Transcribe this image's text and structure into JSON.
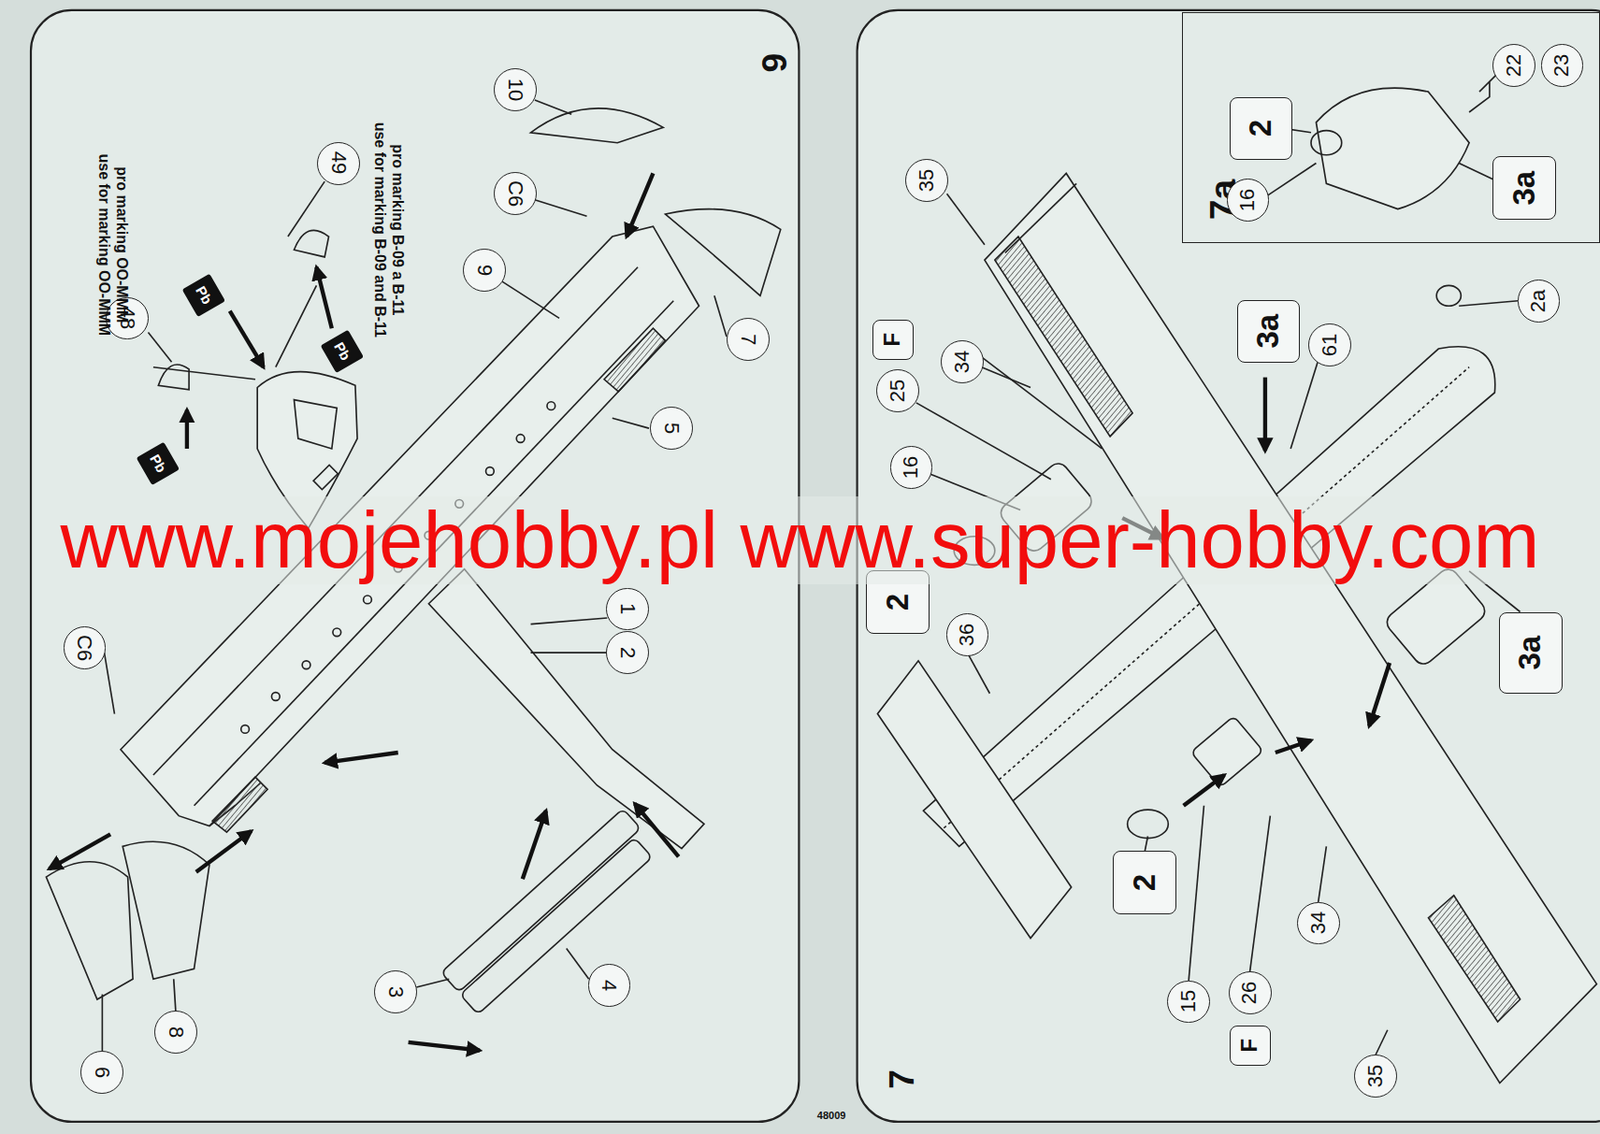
{
  "diagram": {
    "nodes": [
      {
        "text": [
          "10"
        ]
      },
      {
        "text": [
          "C6"
        ]
      },
      {
        "text": [
          "9"
        ]
      },
      {
        "text": [
          "7"
        ]
      },
      {
        "text": [
          "5"
        ]
      },
      {
        "text": [
          "1"
        ]
      },
      {
        "text": [
          "2"
        ]
      },
      {
        "text": [
          "49"
        ]
      },
      {
        "text": [
          "48"
        ]
      },
      {
        "text": [
          "3"
        ]
      },
      {
        "text": [
          "4"
        ]
      },
      {
        "text": [
          "8"
        ]
      },
      {
        "text": [
          "6"
        ]
      },
      {
        "text": [
          "C6"
        ]
      },
      {
        "text": [
          "35"
        ]
      },
      {
        "text": [
          "F"
        ]
      },
      {
        "text": [
          "25"
        ]
      },
      {
        "text": [
          "34"
        ]
      },
      {
        "text": [
          "16"
        ]
      },
      {
        "text": [
          "2"
        ]
      },
      {
        "text": [
          "36"
        ]
      },
      {
        "text": [
          "2"
        ]
      },
      {
        "text": [
          "15"
        ]
      },
      {
        "text": [
          "26"
        ]
      },
      {
        "text": [
          "F"
        ]
      },
      {
        "text": [
          "34"
        ]
      },
      {
        "text": [
          "35"
        ]
      },
      {
        "text": [
          "3a"
        ]
      },
      {
        "text": [
          "3a"
        ]
      },
      {
        "text": [
          "61"
        ]
      },
      {
        "text": [
          "2a"
        ]
      },
      {
        "text": [
          "7a"
        ]
      },
      {
        "text": [
          "2"
        ],
        "in": 31
      },
      {
        "text": [
          "16"
        ],
        "in": 31
      },
      {
        "text": [
          "3a"
        ],
        "in": 31
      },
      {
        "text": [
          "22"
        ],
        "in": 31
      },
      {
        "text": [
          "23"
        ],
        "in": 31
      }
    ],
    "labels": [
      "6",
      "pro marking B-09 a B-11",
      "use for marking B-09 and B-11",
      "pro marking OO-MMM",
      "use for marking OO-MMM",
      "Pb",
      "Pb",
      "Pb",
      "www.mojehobby.pl www.super-hobby.com",
      "7",
      "48009"
    ]
  }
}
